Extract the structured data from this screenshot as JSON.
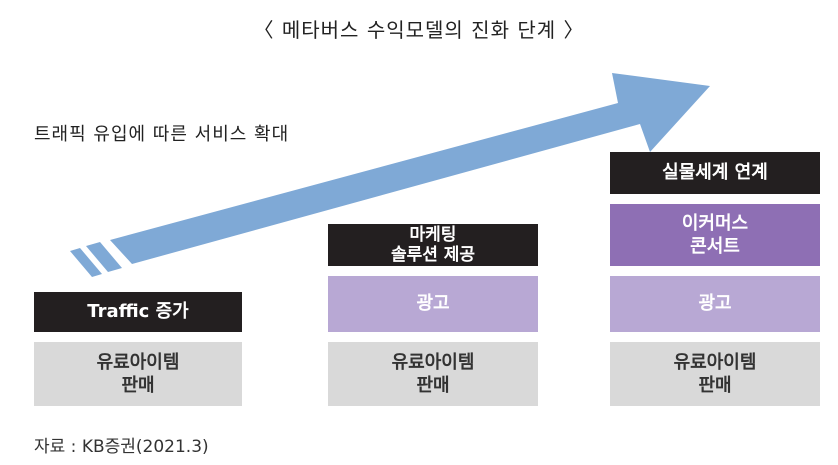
{
  "title": "〈 메타버스 수익모델의 진화 단계 〉",
  "arrow_label": "트래픽 유입에 따른 서비스 확대",
  "columns": [
    {
      "top": "Traffic 증가",
      "base": "유료아이템\n판매"
    },
    {
      "top": "마케팅\n솔루션 제공",
      "middle": "광고",
      "base": "유료아이템\n판매"
    },
    {
      "top": "실물세계 연계",
      "upper": "이커머스\n콘서트",
      "middle": "광고",
      "base": "유료아이템\n판매"
    }
  ],
  "source": "자료 : KB증권(2021.3)",
  "colors": {
    "dark": "#231f20",
    "grey": "#d9d9d9",
    "light_purple": "#b8a8d4",
    "purple": "#8e6fb4",
    "arrow": "#7fa9d6"
  }
}
